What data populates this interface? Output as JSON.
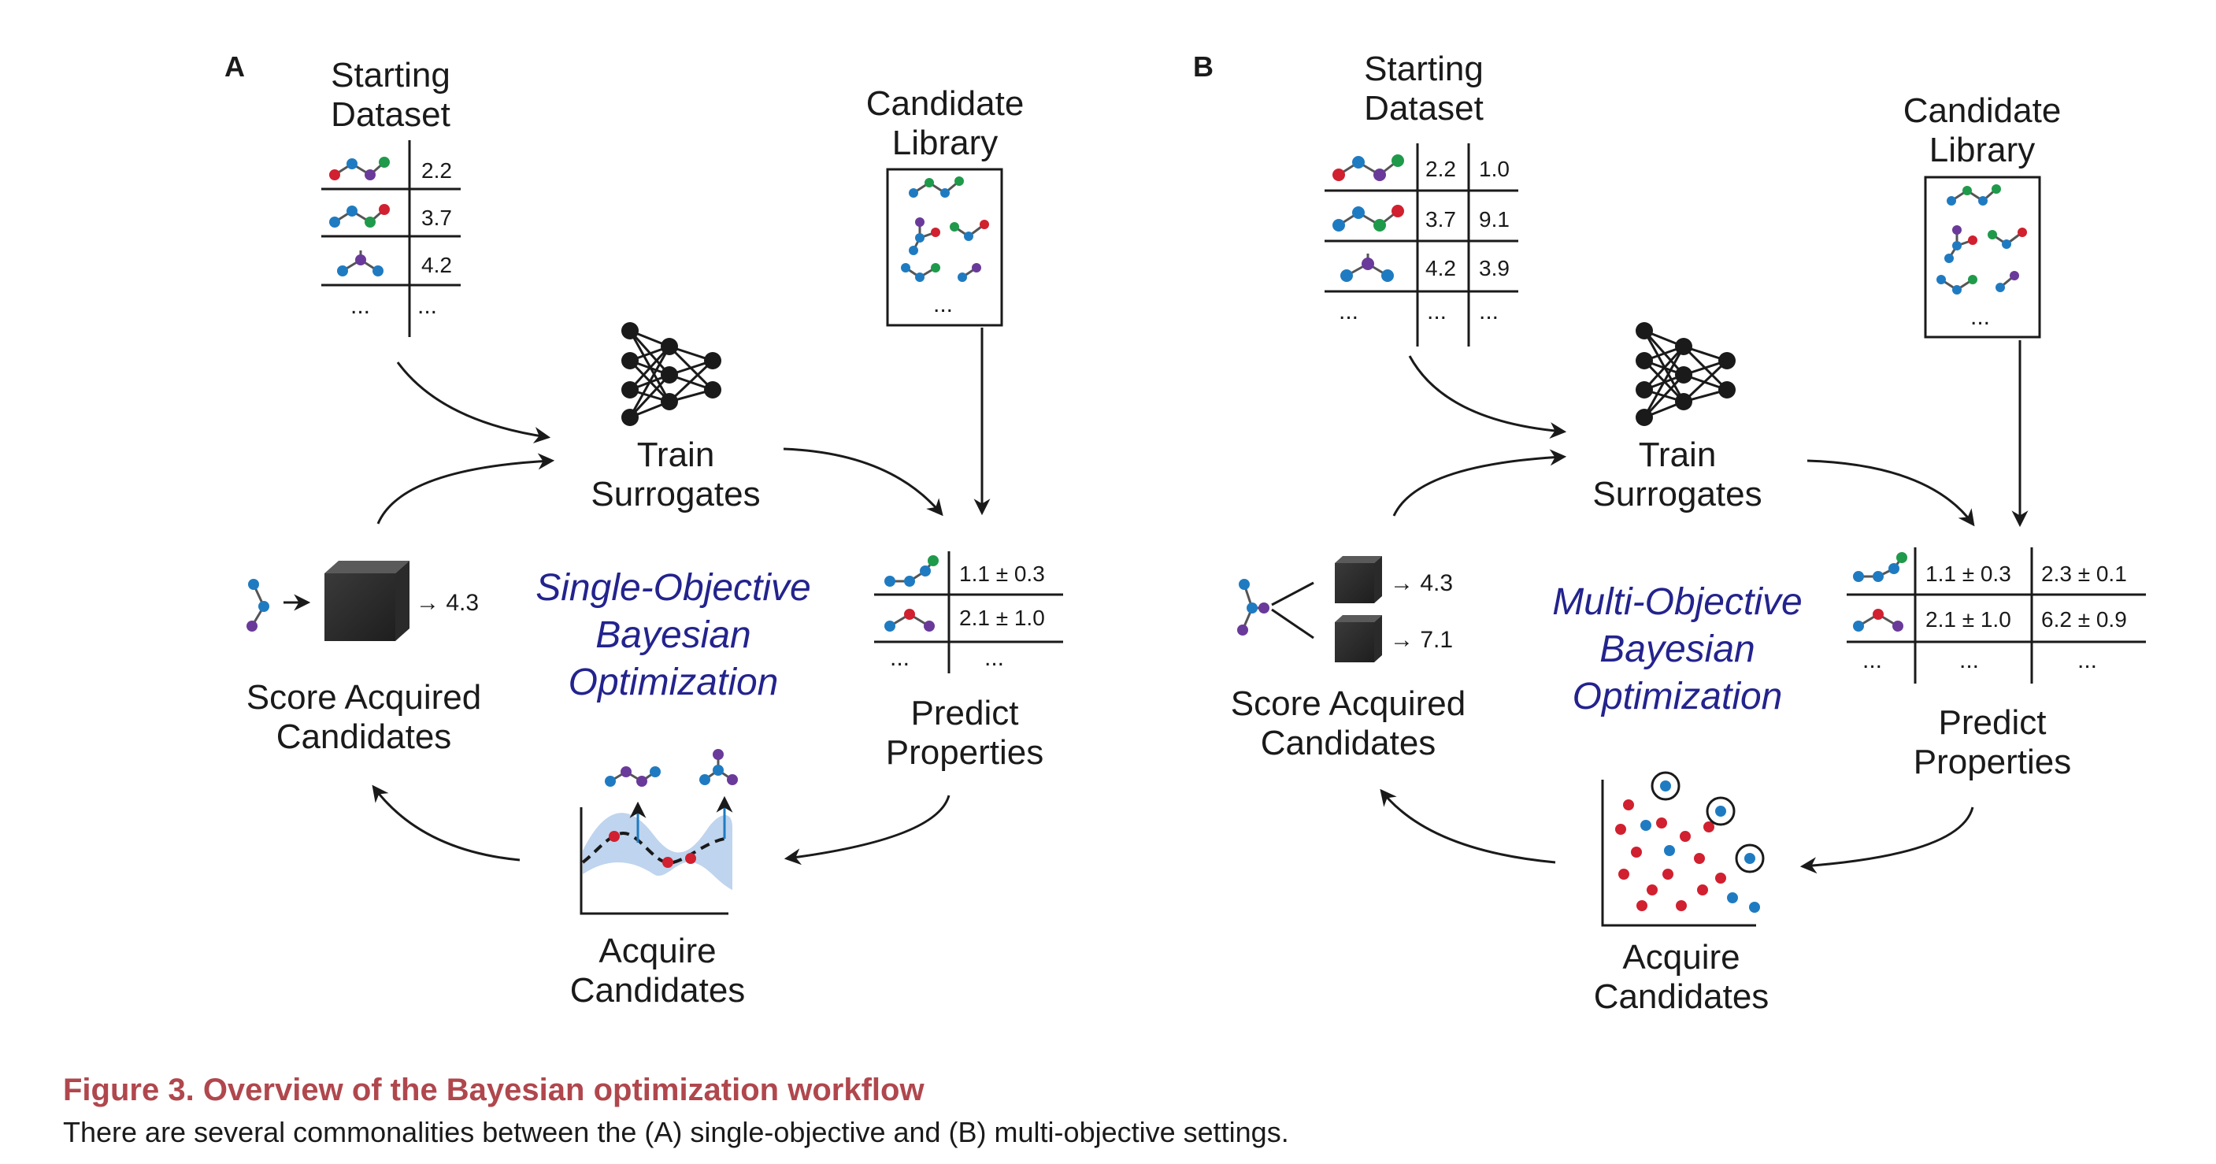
{
  "colors": {
    "caption_title": "#b0474d",
    "center_label": "#23238e",
    "mol_red": "#d1202f",
    "mol_blue": "#1f7bc1",
    "mol_purple": "#6a3a9a",
    "mol_green": "#1f9a4a",
    "band": "#a9c6e8"
  },
  "panels": {
    "a": {
      "letter": "A",
      "starting_dataset": [
        "Starting",
        "Dataset"
      ],
      "dataset_values": [
        "2.2",
        "3.7",
        "4.2"
      ],
      "ellipsis": "...",
      "candidate_library": [
        "Candidate",
        "Library"
      ],
      "train": [
        "Train",
        "Surrogates"
      ],
      "predict": [
        "Predict",
        "Properties"
      ],
      "predictions": [
        "1.1 ± 0.3",
        "2.1 ± 1.0"
      ],
      "acquire": [
        "Acquire",
        "Candidates"
      ],
      "score": [
        "Score Acquired",
        "Candidates"
      ],
      "score_values": [
        "→ 4.3"
      ],
      "center": [
        "Single-Objective",
        "Bayesian",
        "Optimization"
      ]
    },
    "b": {
      "letter": "B",
      "starting_dataset": [
        "Starting",
        "Dataset"
      ],
      "dataset_values": [
        [
          "2.2",
          "1.0"
        ],
        [
          "3.7",
          "9.1"
        ],
        [
          "4.2",
          "3.9"
        ]
      ],
      "ellipsis": "...",
      "candidate_library": [
        "Candidate",
        "Library"
      ],
      "train": [
        "Train",
        "Surrogates"
      ],
      "predict": [
        "Predict",
        "Properties"
      ],
      "predictions": [
        [
          "1.1 ± 0.3",
          "2.3 ± 0.1"
        ],
        [
          "2.1 ± 1.0",
          "6.2 ± 0.9"
        ]
      ],
      "acquire": [
        "Acquire",
        "Candidates"
      ],
      "score": [
        "Score Acquired",
        "Candidates"
      ],
      "score_values": [
        "→ 4.3",
        "→ 7.1"
      ],
      "center": [
        "Multi-Objective",
        "Bayesian",
        "Optimization"
      ]
    }
  },
  "caption": {
    "title": "Figure 3.  Overview of the Bayesian optimization workflow",
    "text": "There are several commonalities between the (A) single-objective and (B) multi-objective settings."
  }
}
